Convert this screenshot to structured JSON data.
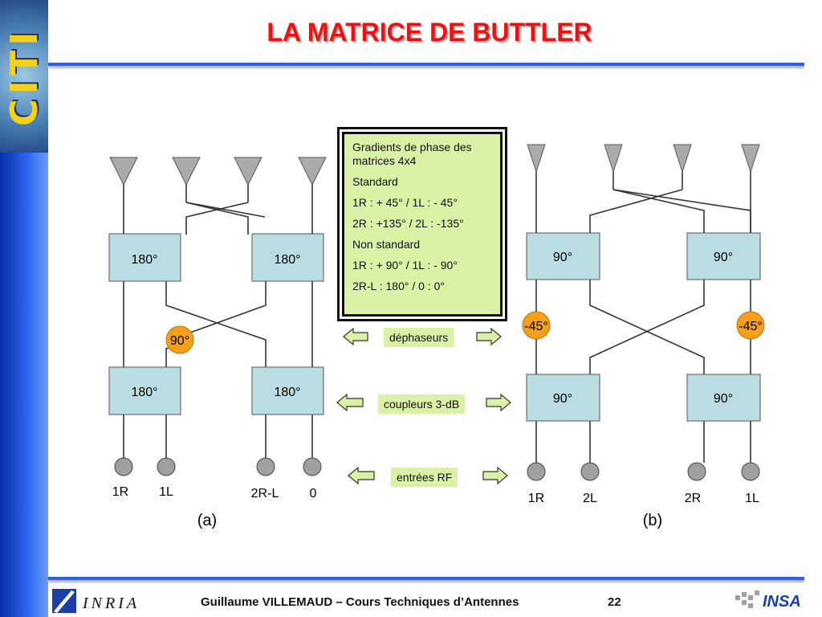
{
  "slide": {
    "title": "LA MATRICE DE BUTTLER",
    "footer": "Guillaume VILLEMAUD – Cours Techniques d’Antennes",
    "page_number": "22",
    "logo_left_text": "CITI",
    "logo_inria_text": "INRIA",
    "logo_insa_text": "INSA"
  },
  "info_box": {
    "lines": [
      "Gradients de phase des matrices 4x4",
      "Standard",
      "1R : + 45° / 1L : - 45°",
      "2R : +135° / 2L : -135°",
      "Non standard",
      "1R : + 90° / 1L : - 90°",
      "2R-L : 180° / 0 : 0°"
    ]
  },
  "legend": {
    "dephaseurs": "déphaseurs",
    "coupleurs": "coupleurs 3-dB",
    "entrees": "entrées RF"
  },
  "diagram_a": {
    "caption": "(a)",
    "couplers": [
      "180°",
      "180°",
      "180°",
      "180°"
    ],
    "phase_shifter": "90°",
    "ports": [
      "1R",
      "1L",
      "2R-L",
      "0"
    ]
  },
  "diagram_b": {
    "caption": "(b)",
    "couplers": [
      "90°",
      "90°",
      "90°",
      "90°"
    ],
    "phase_shifters": [
      "-45°",
      "-45°"
    ],
    "ports": [
      "1R",
      "2L",
      "2R",
      "1L"
    ]
  },
  "colors": {
    "title": "#ee1111",
    "coupler_fill": "#b9dde3",
    "phase_fill": "#f5a01a",
    "legend_fill": "#d9f2a6",
    "antenna": "#aaaaaa",
    "port": "#a0a0a0",
    "rule": "#2f5fd9"
  }
}
